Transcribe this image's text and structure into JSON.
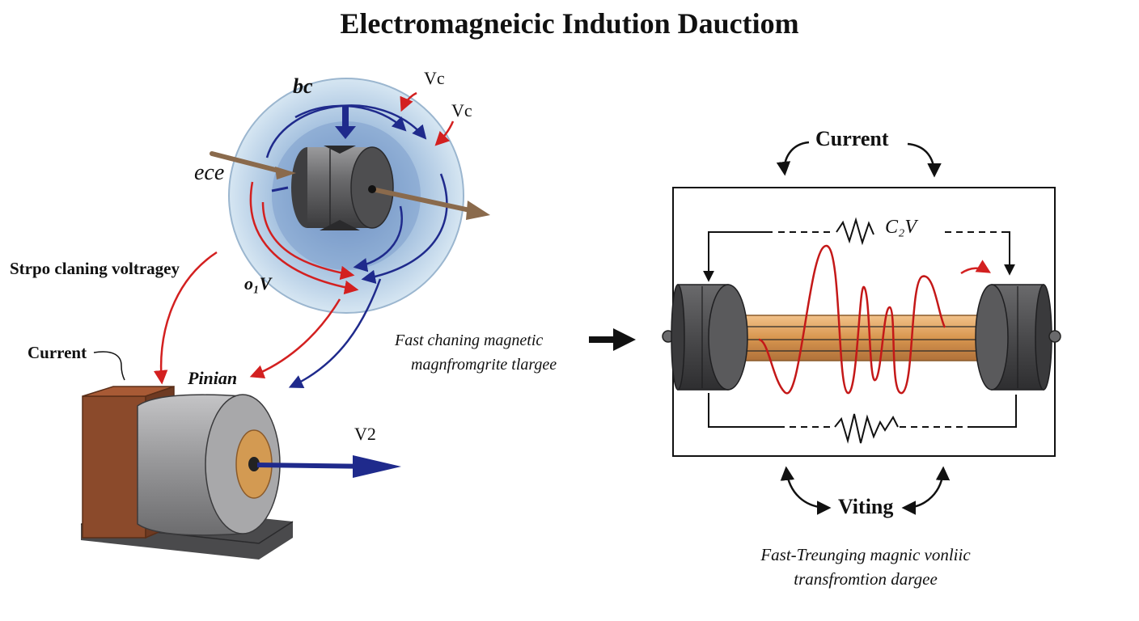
{
  "title": "Electromagneicic Indution Dauctiom",
  "left": {
    "label_bc": "bc",
    "label_vc_1": "Vc",
    "label_vc_2": "Vc",
    "label_ece": "ece",
    "label_side": "Strpo claning voltragey",
    "label_o1v": "o₁V",
    "label_current": "Current",
    "label_pinian": "Pinian",
    "label_v2": "V2"
  },
  "middle": {
    "caption_line1": "Fast chaning magnetic",
    "caption_line2": "magnfromgrite tlargee"
  },
  "right": {
    "label_current": "Current",
    "label_c2v": "C₂V",
    "label_viting": "Viting",
    "caption_line1": "Fast-Treunging magnic vonliic",
    "caption_line2": "transfromtion dargee"
  },
  "colors": {
    "field_blue": "#1f2a8c",
    "field_red": "#d32020",
    "core_gray": "#4a4a4c",
    "rod_copper": "#d8964f",
    "halo_blue": "#a9c7df",
    "mount_brown": "#8b4a2b"
  }
}
